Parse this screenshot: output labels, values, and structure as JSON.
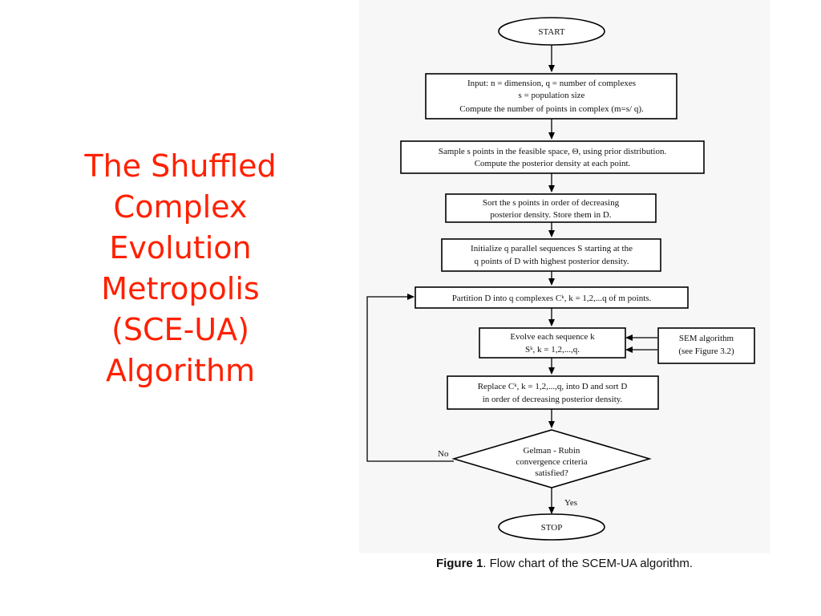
{
  "title_lines": [
    "The Shuffled",
    "Complex",
    "Evolution",
    "Metropolis",
    "(SCE-UA)",
    "Algorithm"
  ],
  "colors": {
    "title": "#ff2000",
    "figure_bg": "#f7f7f7",
    "stroke": "#000000"
  },
  "flowchart": {
    "start": "START",
    "input_line1": "Input: n = dimension, q = number of complexes",
    "input_line2": "s = population size",
    "input_line3": "Compute the number of points in complex (m=s/ q).",
    "sample_line1": "Sample s points in the feasible space, Θ, using prior distribution.",
    "sample_line2": "Compute the posterior density at each point.",
    "sort_line1": "Sort the s points in order of decreasing",
    "sort_line2": "posterior density. Store them in D.",
    "init_line1": "Initialize q parallel sequences S starting at the",
    "init_line2": "q points of D with highest posterior density.",
    "partition": "Partition D into q complexes Cᵏ, k = 1,2,...q of m points.",
    "evolve_line1": "Evolve each sequence k",
    "evolve_line2": "Sᵏ, k = 1,2,...,q.",
    "sem_line1": "SEM algorithm",
    "sem_line2": "(see Figure 3.2)",
    "replace_line1": "Replace Cᵏ, k = 1,2,...,q, into D and sort D",
    "replace_line2": "in order of decreasing posterior density.",
    "decision_line1": "Gelman - Rubin",
    "decision_line2": "convergence criteria",
    "decision_line3": "satisfied?",
    "no_label": "No",
    "yes_label": "Yes",
    "stop": "STOP"
  },
  "caption": {
    "label": "Figure 1",
    "text": ". Flow chart of the SCEM-UA algorithm."
  }
}
